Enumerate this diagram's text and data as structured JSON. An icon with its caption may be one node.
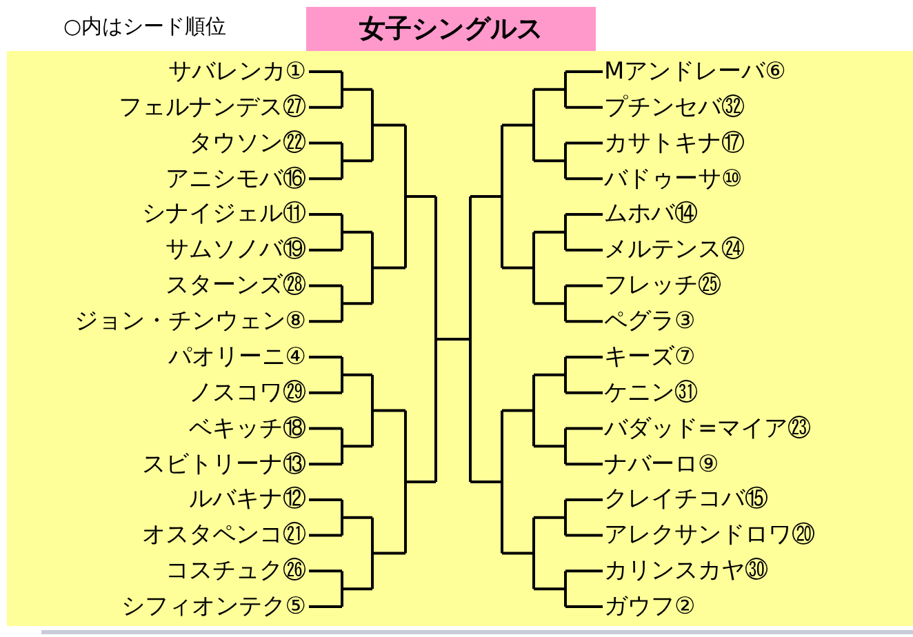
{
  "diagram": {
    "title": "女子シングルス",
    "labels": [
      "○内はシード順位",
      "サバレンカ①",
      "フェルナンデス㉗",
      "タウソン㉒",
      "アニシモバ⑯",
      "シナイジェル⑪",
      "サムソノバ⑲",
      "スターンズ㉘",
      "ジョン・チンウェン⑧",
      "パオリーニ④",
      "ノスコワ㉙",
      "ベキッチ⑱",
      "スビトリーナ⑬",
      "ルバキナ⑫",
      "オスタペンコ㉑",
      "コスチュク㉖",
      "シフィオンテク⑤",
      "Mアンドレーバ⑥",
      "プチンセバ㉜",
      "カサトキナ⑰",
      "バドゥーサ⑩",
      "ムホバ⑭",
      "メルテンス㉔",
      "フレッチ㉕",
      "ペグラ③",
      "キーズ⑦",
      "ケニン㉛",
      "バダッド=マイア㉓",
      "ナバーロ⑨",
      "クレイチコバ⑮",
      "アレクサンドロワ⑳",
      "カリンスカヤ㉚",
      "ガウフ②"
    ]
  }
}
